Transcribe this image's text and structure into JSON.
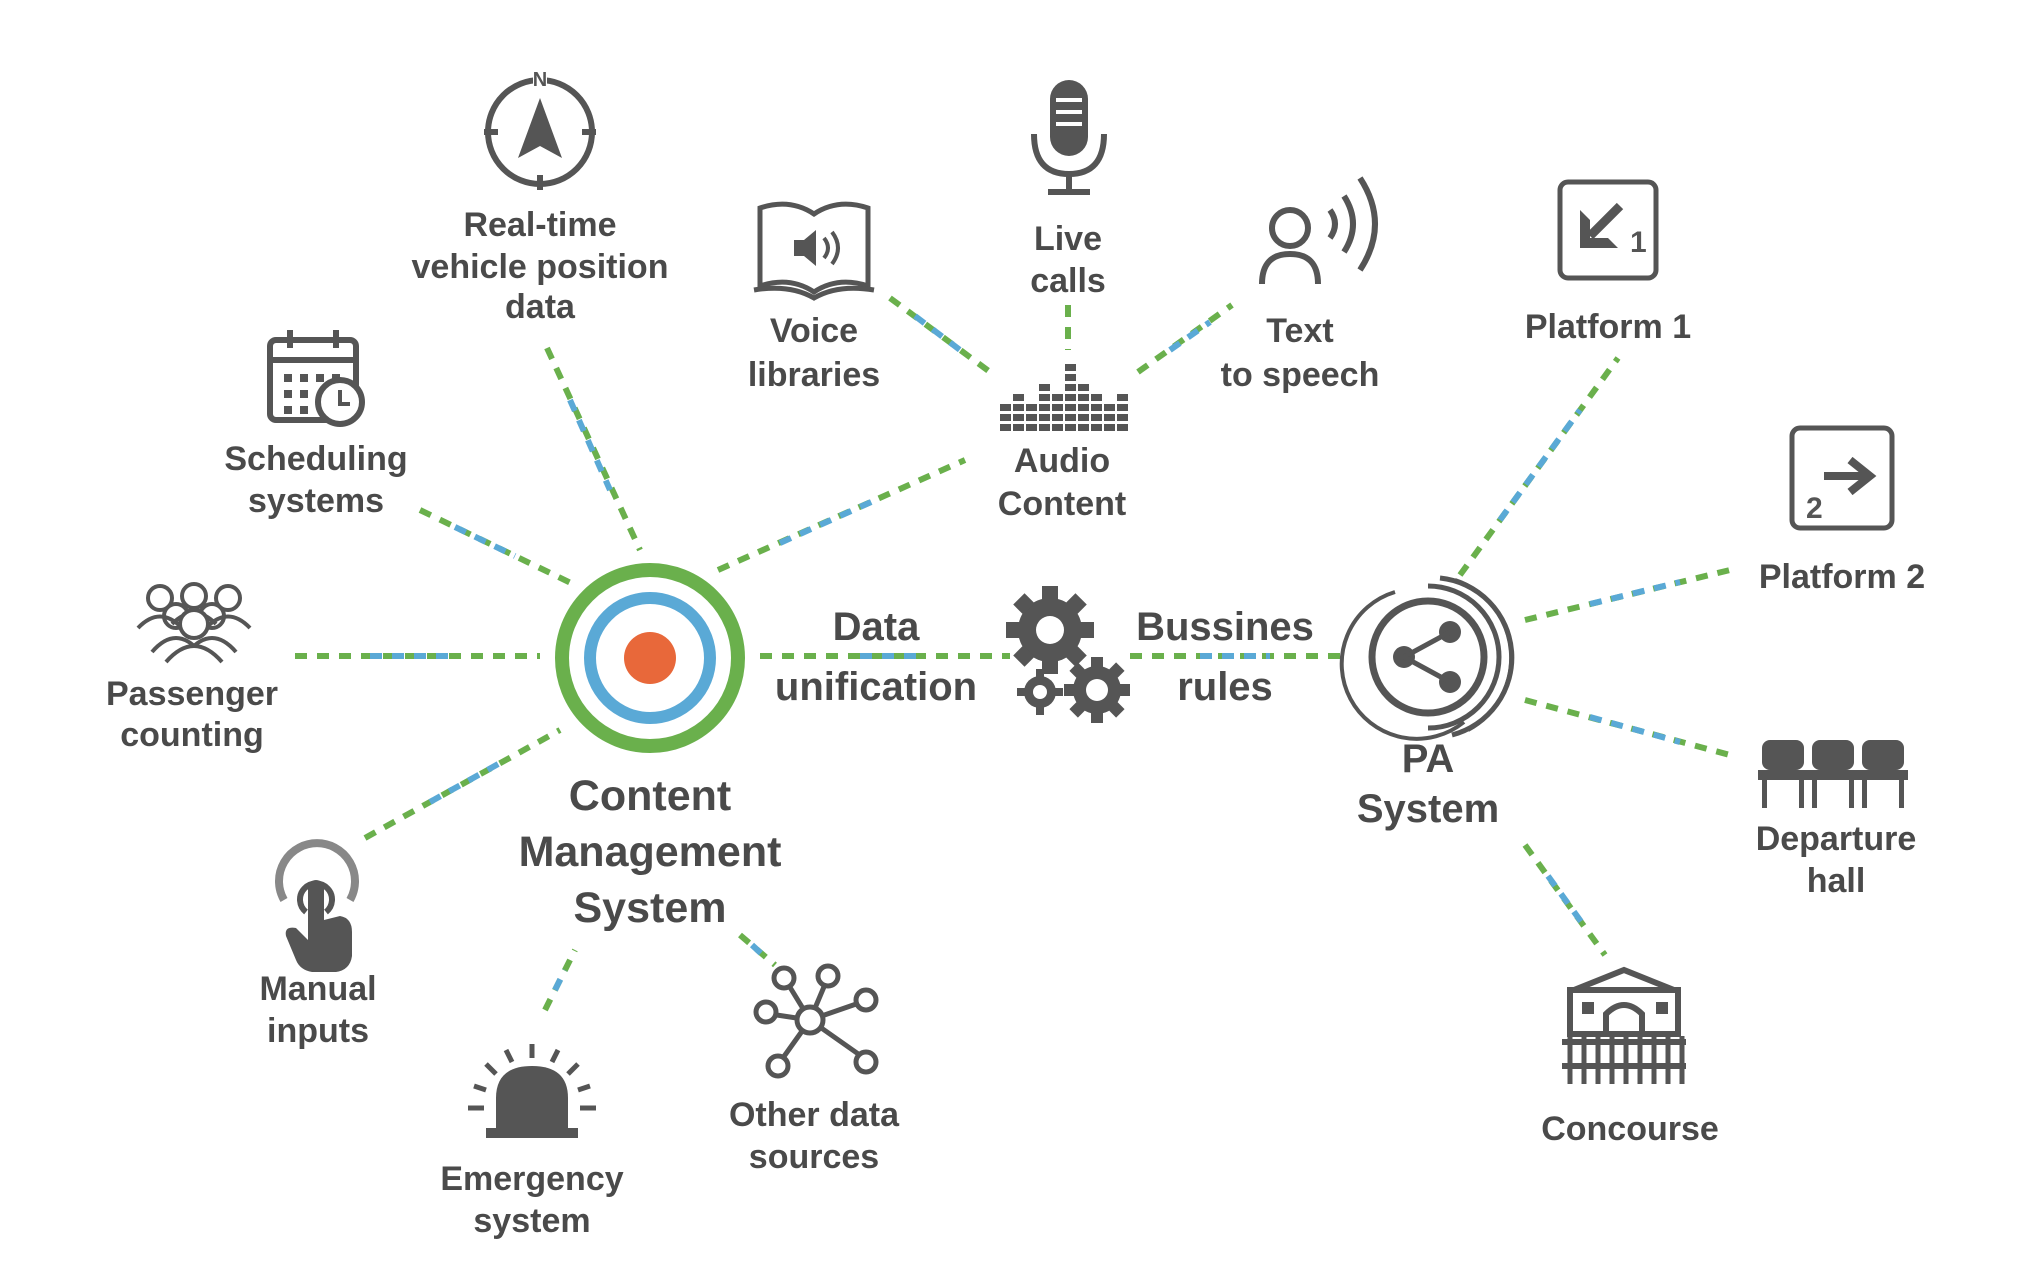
{
  "diagram": {
    "cms": {
      "lines": [
        "Content",
        "Management",
        "System"
      ]
    },
    "pa": {
      "lines": [
        "PA",
        "System"
      ]
    },
    "data_unification": {
      "lines": [
        "Data",
        "unification"
      ]
    },
    "business_rules": {
      "lines": [
        "Bussines",
        "rules"
      ]
    },
    "audio_content": {
      "lines": [
        "Audio",
        "Content"
      ]
    },
    "sources": [
      {
        "id": "realtime",
        "lines": [
          "Real-time",
          "vehicle position",
          "data"
        ],
        "icon": "compass-icon"
      },
      {
        "id": "scheduling",
        "lines": [
          "Scheduling",
          "systems"
        ],
        "icon": "calendar-clock-icon"
      },
      {
        "id": "passenger",
        "lines": [
          "Passenger",
          "counting"
        ],
        "icon": "people-group-icon"
      },
      {
        "id": "manual",
        "lines": [
          "Manual",
          "inputs"
        ],
        "icon": "touch-hand-icon"
      },
      {
        "id": "emergency",
        "lines": [
          "Emergency",
          "system"
        ],
        "icon": "siren-icon"
      },
      {
        "id": "other",
        "lines": [
          "Other data",
          "sources"
        ],
        "icon": "network-nodes-icon"
      }
    ],
    "audio_sources": [
      {
        "id": "voice",
        "lines": [
          "Voice",
          "libraries"
        ],
        "icon": "audio-book-icon"
      },
      {
        "id": "live",
        "lines": [
          "Live",
          "calls"
        ],
        "icon": "microphone-icon"
      },
      {
        "id": "tts",
        "lines": [
          "Text",
          "to speech"
        ],
        "icon": "speaking-person-icon"
      }
    ],
    "outputs": [
      {
        "id": "p1",
        "label": "Platform 1",
        "icon": "platform-1-sign-icon",
        "sign_number": "1"
      },
      {
        "id": "p2",
        "label": "Platform 2",
        "icon": "platform-2-sign-icon",
        "sign_number": "2"
      },
      {
        "id": "hall",
        "lines": [
          "Departure",
          "hall"
        ],
        "icon": "seats-icon"
      },
      {
        "id": "concourse",
        "label": "Concourse",
        "icon": "station-building-icon"
      }
    ],
    "colors": {
      "green": "#6ab04c",
      "blue": "#5aa9d6",
      "orange": "#e8683a",
      "text": "#4a4a4a",
      "icon": "#555555"
    }
  }
}
